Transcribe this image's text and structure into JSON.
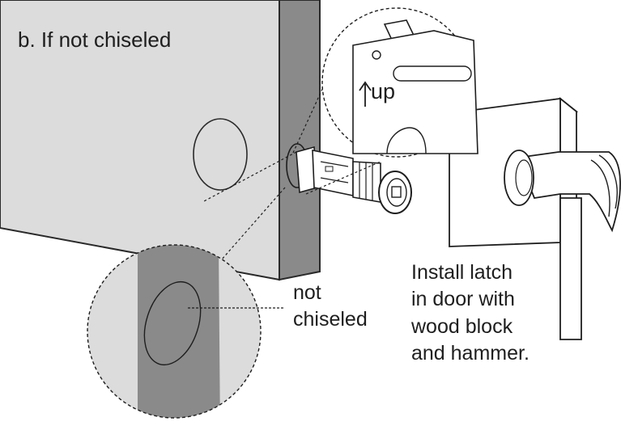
{
  "step_title": "b. If not chiseled",
  "not_chiseled_label": [
    "not",
    "chiseled"
  ],
  "instruction_lines": [
    "Install latch",
    "in door with",
    "wood block",
    "and hammer."
  ],
  "latch_marking": "up",
  "colors": {
    "door_face": "#dcdcdc",
    "door_edge": "#8a8a8a",
    "door_outline": "#2a2a2a",
    "line": "#1e1e1e"
  }
}
